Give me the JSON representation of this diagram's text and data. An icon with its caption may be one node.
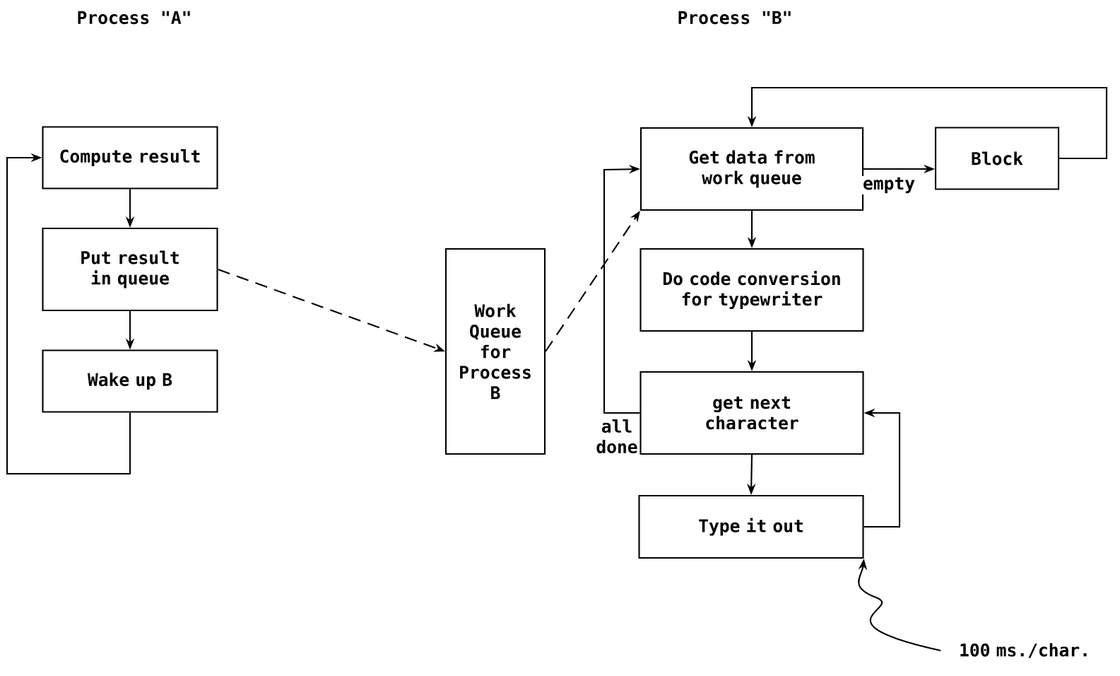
{
  "diagram": {
    "nodes": [
      {
        "text": [
          "Compute result"
        ]
      },
      {
        "text": [
          "Put result in queue"
        ]
      },
      {
        "text": [
          "Wake up B"
        ]
      },
      {
        "text": [
          "Work Queue for Process B"
        ]
      },
      {
        "text": [
          "Get data from work queue"
        ]
      },
      {
        "text": [
          "Block"
        ]
      },
      {
        "text": [
          "Do code conversion for typewriter"
        ]
      },
      {
        "text": [
          "get next character"
        ]
      },
      {
        "text": [
          "Type it out"
        ]
      },
      {
        "text": [
          "100 ms./char."
        ]
      }
    ],
    "edges": [
      {
        "from": 0,
        "to": 1,
        "arrow": "to"
      },
      {
        "from": 1,
        "to": 2,
        "arrow": "to"
      },
      {
        "from": 2,
        "to": 0,
        "arrow": "to"
      },
      {
        "from": 1,
        "to": 3,
        "arrow": "to",
        "style": "dashed"
      },
      {
        "from": 3,
        "to": 4,
        "arrow": "to",
        "style": "dashed"
      },
      {
        "from": 4,
        "to": 5,
        "arrow": "to",
        "label": "empty"
      },
      {
        "from": 5,
        "to": 4,
        "arrow": "to"
      },
      {
        "from": 4,
        "to": 6,
        "arrow": "to"
      },
      {
        "from": 6,
        "to": 7,
        "arrow": "to"
      },
      {
        "from": 7,
        "to": 4,
        "arrow": "to",
        "label": "all done"
      },
      {
        "from": 7,
        "to": 8,
        "arrow": "to"
      },
      {
        "from": 8,
        "to": 7,
        "arrow": "to"
      },
      {
        "from": 9,
        "to": 8,
        "arrow": "to"
      }
    ],
    "labels": [
      "Process \"A\"",
      "Process \"B\""
    ]
  }
}
